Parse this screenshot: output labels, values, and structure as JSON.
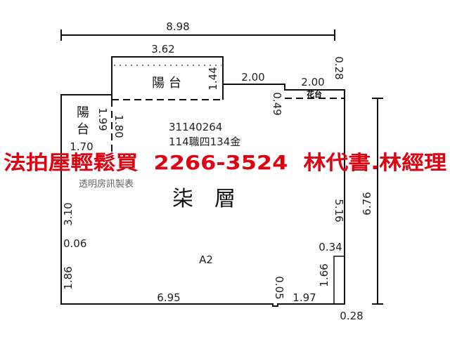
{
  "plan": {
    "building_no": "31140264",
    "address_code": "114職四134金",
    "floor": "柒　層",
    "unit": "A2",
    "balcony_top": "陽 台",
    "balcony_left_1": "陽",
    "balcony_left_2": "台",
    "planter": "花台",
    "watermark": "透明房訊製表"
  },
  "banner": "法拍屋輕鬆買  2266-3524  林代書.林經理",
  "banner_color": "#e00010",
  "dimensions": {
    "total_width": "8.98",
    "balcony_width": "3.62",
    "balcony_depth": "1.44",
    "step_1": "2.00",
    "step_2": "2.00",
    "top_right": "0.28",
    "step_drop": "0.49",
    "left_1": "1.99",
    "left_2": "1.80",
    "left_balcony_width": "1.70",
    "left_wall_1": "3.10",
    "left_jog": "0.06",
    "left_wall_2": "1.86",
    "bottom_1": "6.95",
    "bottom_jog": "0.05",
    "bottom_2": "1.97",
    "right_inner": "5.16",
    "right_total": "6.76",
    "corner_1": "0.34",
    "corner_2": "1.66",
    "bottom_right": "0.28"
  }
}
